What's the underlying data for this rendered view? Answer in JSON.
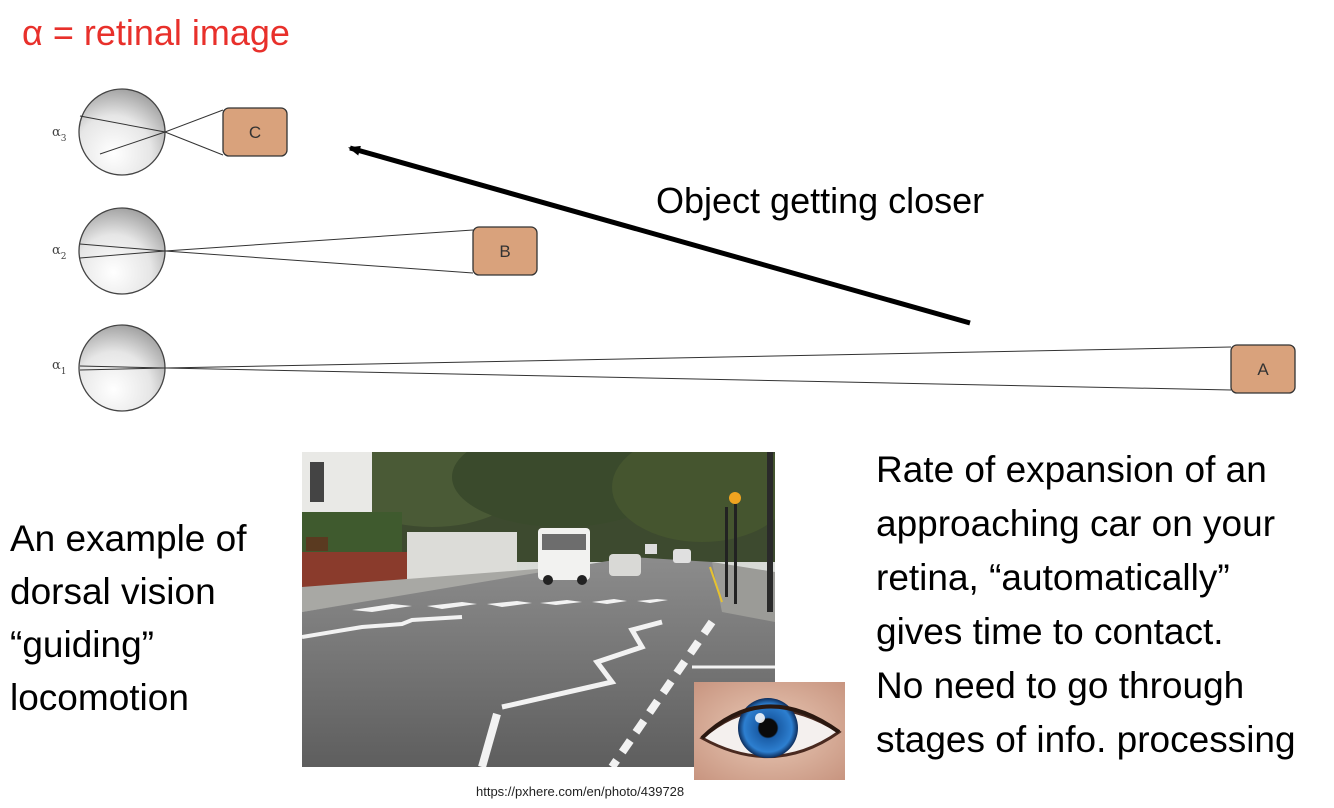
{
  "title": "α = retinal image",
  "diagram": {
    "eyes": [
      {
        "label": "α",
        "subscript": "3",
        "object": "C"
      },
      {
        "label": "α",
        "subscript": "2",
        "object": "B"
      },
      {
        "label": "α",
        "subscript": "1",
        "object": "A"
      }
    ],
    "arrow_label": "Object getting closer",
    "colors": {
      "object_fill": "#d9a27c",
      "arrow": "#000000",
      "title": "#e8302b"
    }
  },
  "left_text": [
    "An example of",
    "dorsal vision",
    "“guiding”",
    "locomotion"
  ],
  "right_text": [
    "Rate of expansion of an",
    "approaching car on your",
    "retina, “automatically”",
    "gives time to contact.",
    "No need to go through",
    "stages of info. processing"
  ],
  "photo_credit": "https://pxhere.com/en/photo/439728",
  "images": {
    "street_photo": "zebra-crossing-street-photo",
    "eye_photo": "blue-eye-photo"
  }
}
